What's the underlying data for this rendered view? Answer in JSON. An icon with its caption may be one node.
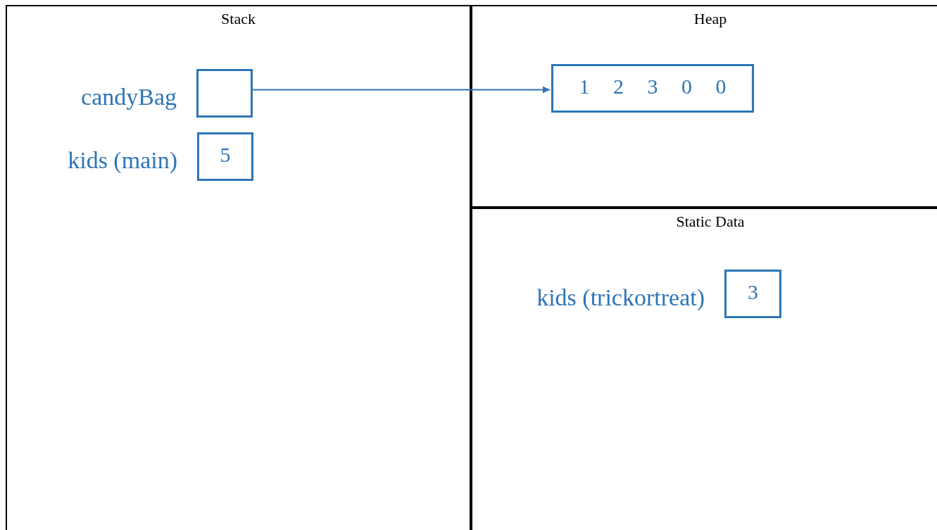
{
  "diagram": {
    "nodes": [
      {
        "text": [
          "Stack"
        ]
      },
      {
        "text": [
          "Heap"
        ]
      },
      {
        "text": [
          "Static Data"
        ]
      },
      {
        "text": [],
        "shape": "box",
        "in": 0,
        "beside": [
          "candyBag"
        ]
      },
      {
        "text": [
          "5"
        ],
        "in": 0,
        "beside": [
          "kids (main)"
        ]
      },
      {
        "text": [
          "1 2 3 0 0"
        ],
        "in": 1
      },
      {
        "text": [
          "3"
        ],
        "in": 2,
        "beside": [
          "kids (trickortreat)"
        ]
      }
    ],
    "edges": [
      {
        "from": 3,
        "to": 5,
        "arrow": "to"
      }
    ]
  }
}
